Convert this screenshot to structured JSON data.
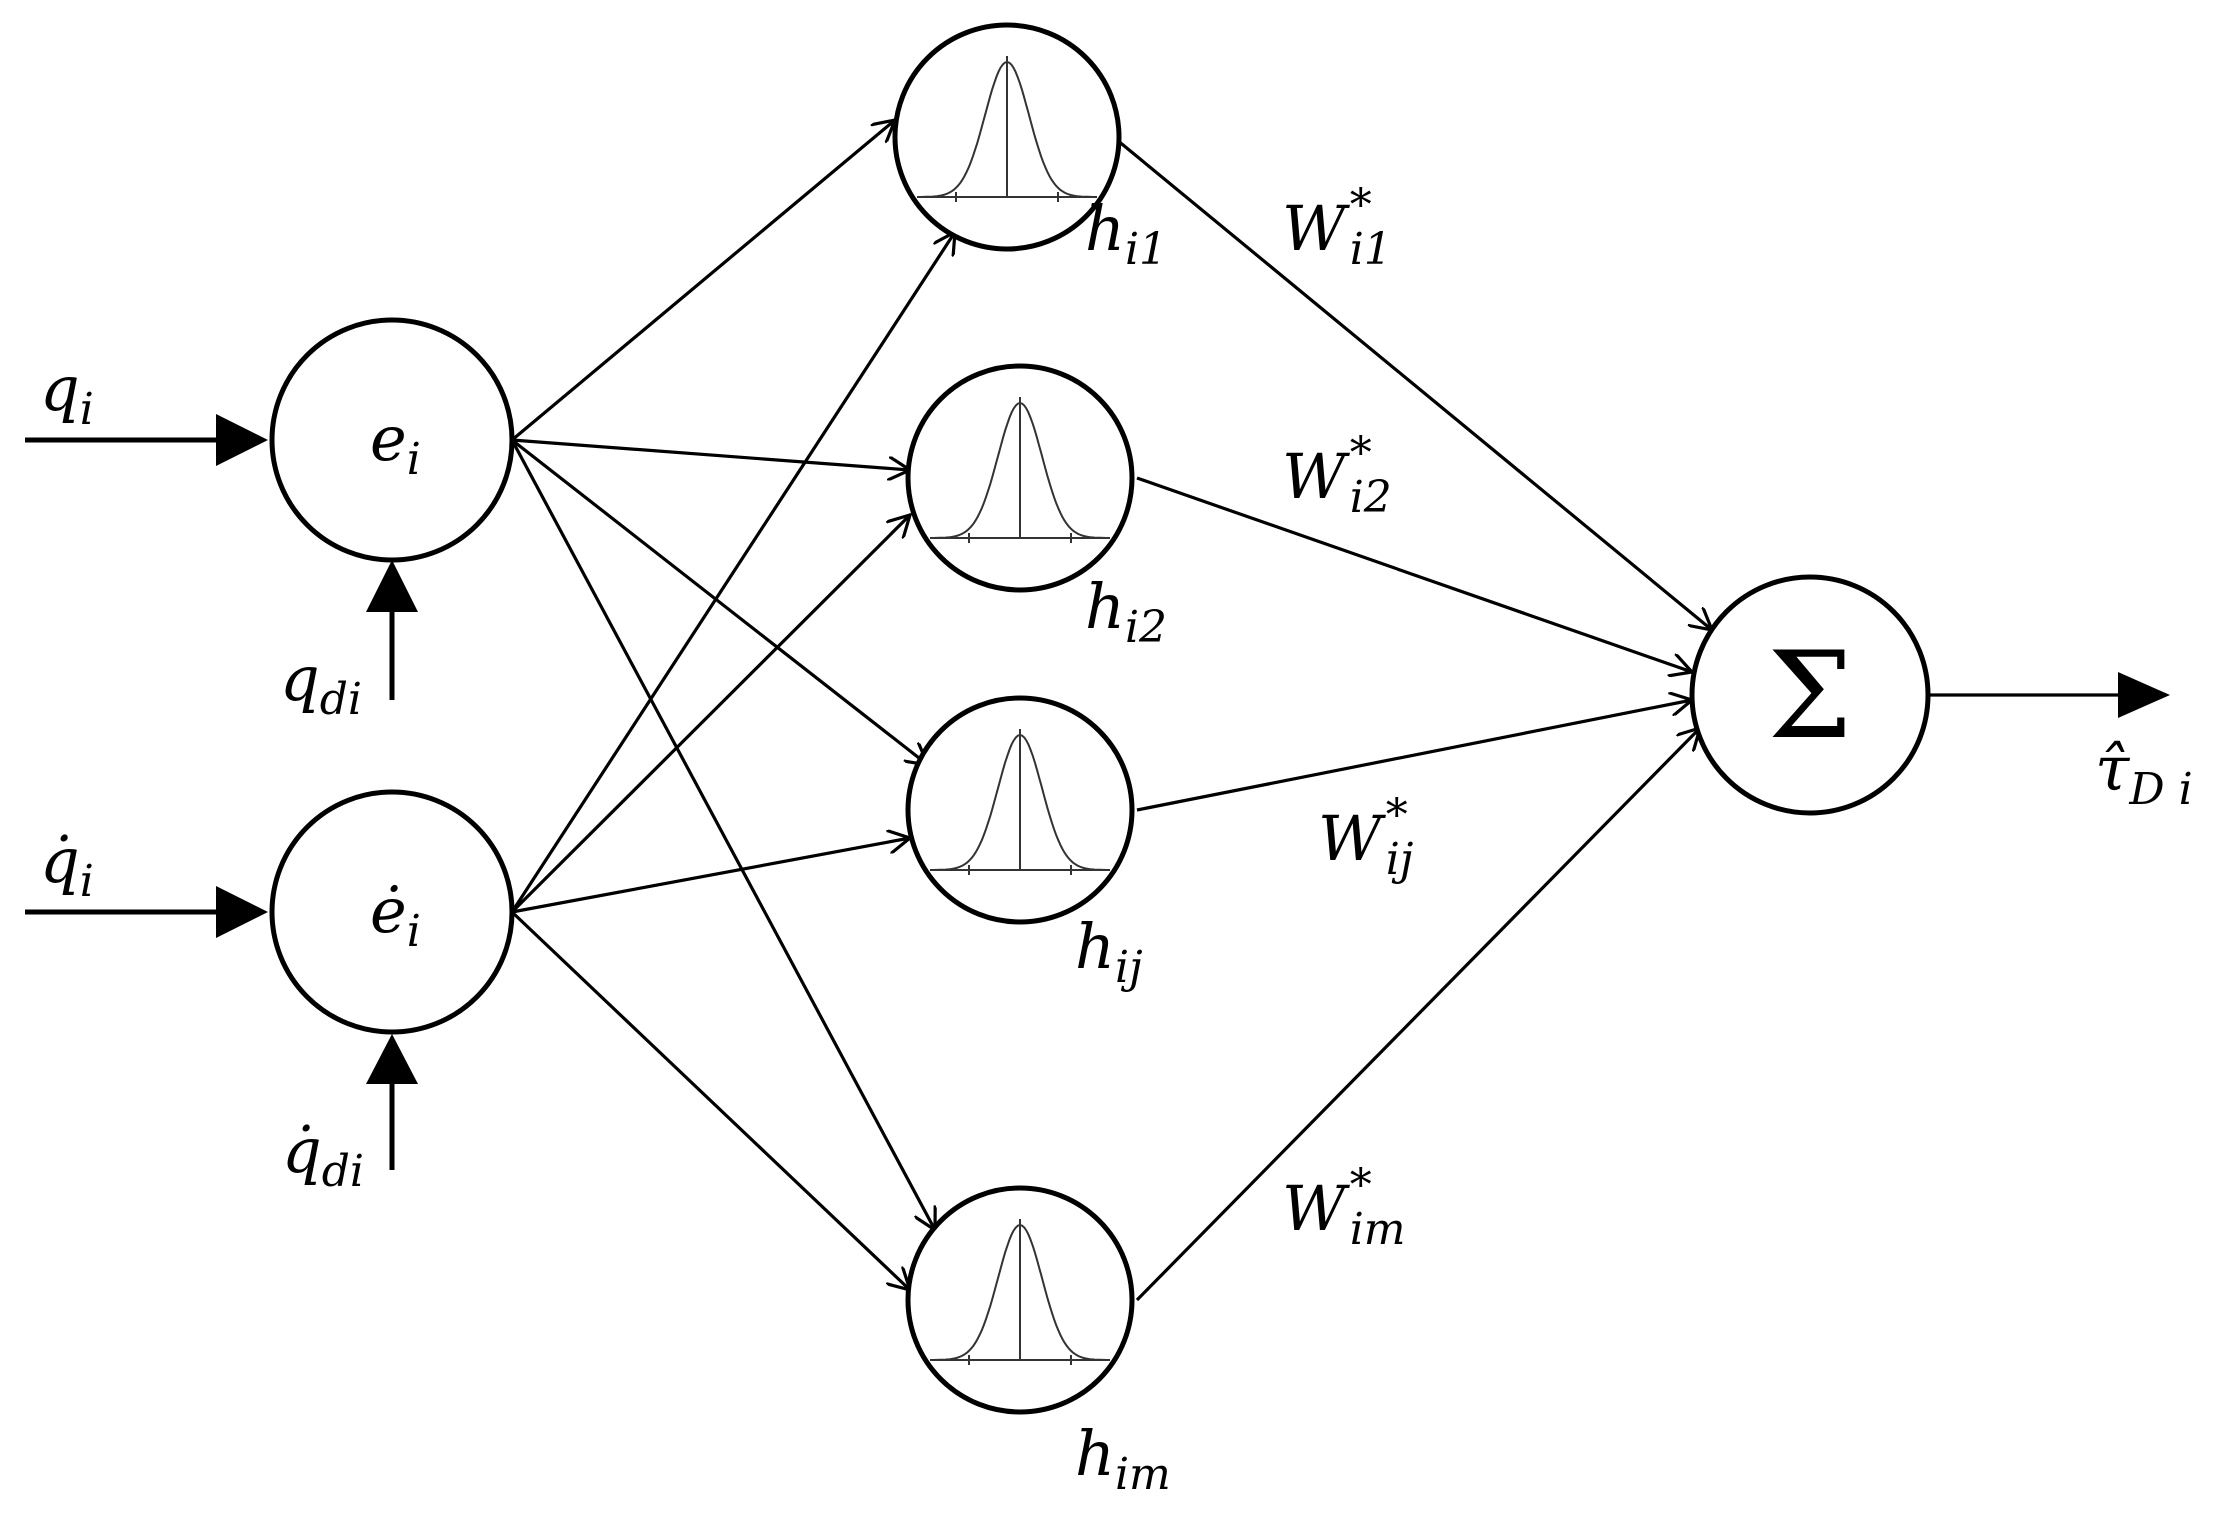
{
  "inputs": {
    "q": {
      "base": "q",
      "sub": "i"
    },
    "qdot": {
      "base": "q̇",
      "sub": "i"
    },
    "qd": {
      "base": "q",
      "sub": "di"
    },
    "qddot": {
      "base": "q̇",
      "sub": "di"
    }
  },
  "error_nodes": {
    "e": {
      "base": "e",
      "sub": "i"
    },
    "edot": {
      "base": "ė",
      "sub": "i"
    }
  },
  "hidden_nodes": [
    {
      "base": "h",
      "sub": "i1"
    },
    {
      "base": "h",
      "sub": "i2"
    },
    {
      "base": "h",
      "sub": "ij"
    },
    {
      "base": "h",
      "sub": "im"
    }
  ],
  "weights": [
    {
      "base": "W",
      "sub": "i1",
      "sup": "*"
    },
    {
      "base": "W",
      "sub": "i2",
      "sup": "*"
    },
    {
      "base": "W",
      "sub": "ij",
      "sup": "*"
    },
    {
      "base": "W",
      "sub": "im",
      "sup": "*"
    }
  ],
  "sum_node": {
    "symbol": "Σ"
  },
  "output": {
    "base": "τ̂",
    "sub": "D i"
  }
}
